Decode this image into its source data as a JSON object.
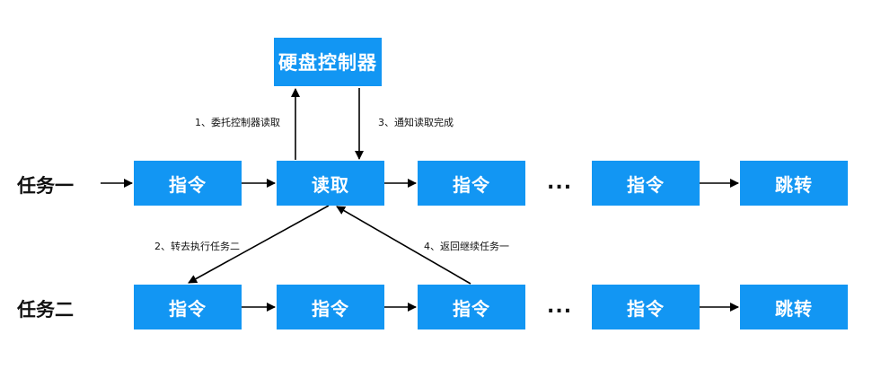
{
  "controller": {
    "label": "硬盘控制器"
  },
  "task1": {
    "label": "任务一",
    "steps": [
      "指令",
      "读取",
      "指令",
      "指令",
      "跳转"
    ],
    "ellipsis": "..."
  },
  "task2": {
    "label": "任务二",
    "steps": [
      "指令",
      "指令",
      "指令",
      "指令",
      "跳转"
    ],
    "ellipsis": "..."
  },
  "notes": {
    "delegate": "1、委托控制器读取",
    "switch": "2、转去执行任务二",
    "notify": "3、通知读取完成",
    "resume": "4、返回继续任务一"
  },
  "colors": {
    "box": "#1296f3",
    "box_text": "#ffffff",
    "arrow": "#000000"
  }
}
